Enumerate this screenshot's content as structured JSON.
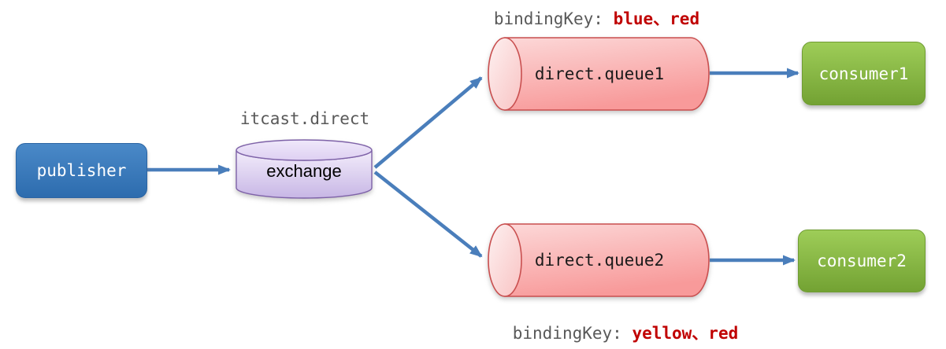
{
  "diagram": {
    "exchange_name_label": "itcast.direct",
    "nodes": {
      "publisher": "publisher",
      "exchange": "exchange",
      "queue1": "direct.queue1",
      "queue2": "direct.queue2",
      "consumer1": "consumer1",
      "consumer2": "consumer2"
    },
    "annotations": {
      "binding1_label": "bindingKey: ",
      "binding1_keys": "blue、red",
      "binding2_label": "bindingKey: ",
      "binding2_keys": "yellow、red"
    },
    "colors": {
      "arrow": "#4a7ebb",
      "publisher_fill": "#3778bc",
      "consumer_fill": "#8cbf45",
      "exchange_fill": "#d9c9ef",
      "queue_fill": "#f9aaaa",
      "queue_stroke": "#c94f4f",
      "exchange_stroke": "#7e62a8",
      "binding_key_text": "#c00000",
      "annotation_text": "#595959"
    }
  }
}
